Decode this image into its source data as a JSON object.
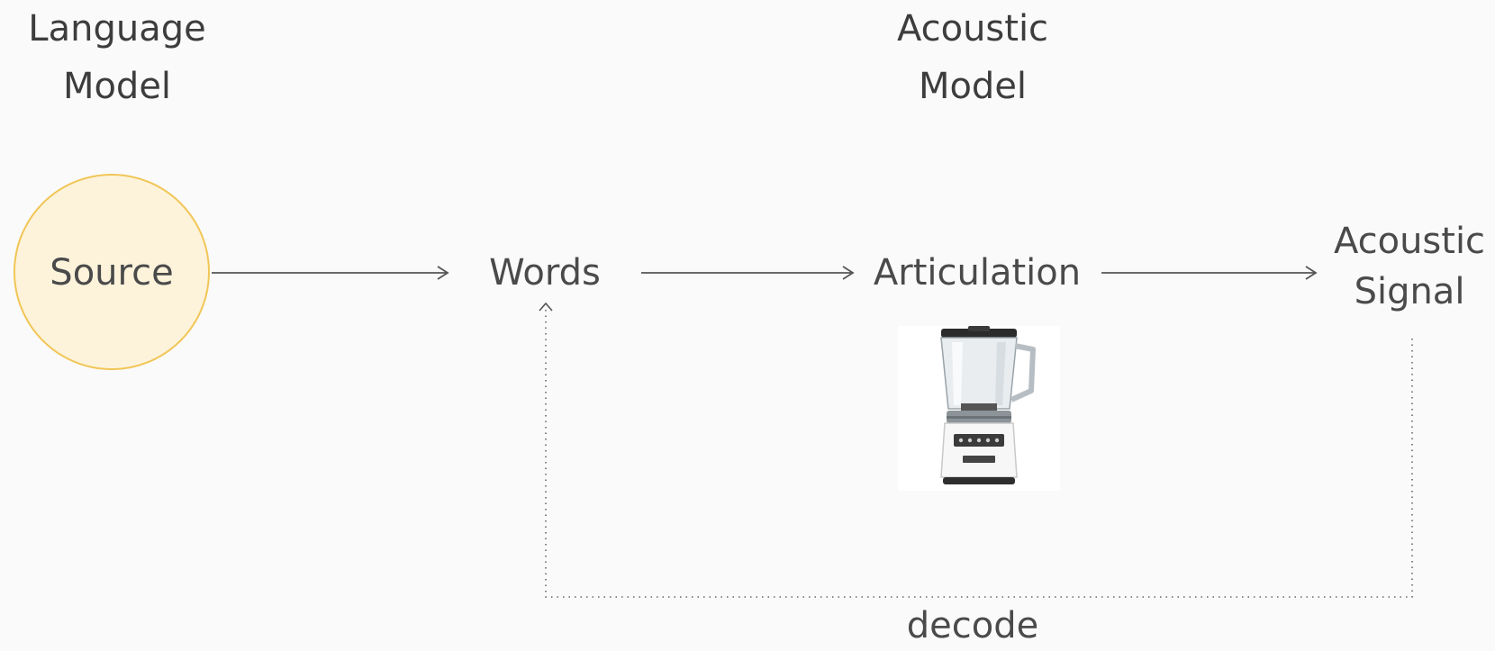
{
  "headings": {
    "language_model": "Language\nModel",
    "acoustic_model": "Acoustic\nModel"
  },
  "nodes": {
    "source": "Source",
    "words": "Words",
    "articulation": "Articulation",
    "acoustic_signal": "Acoustic\nSignal"
  },
  "feedback": {
    "label": "decode"
  },
  "colors": {
    "background": "#fafafa",
    "source_fill": "#fdf3db",
    "source_border": "#f1c657",
    "text": "#4a4a4a",
    "arrow": "#555555"
  }
}
